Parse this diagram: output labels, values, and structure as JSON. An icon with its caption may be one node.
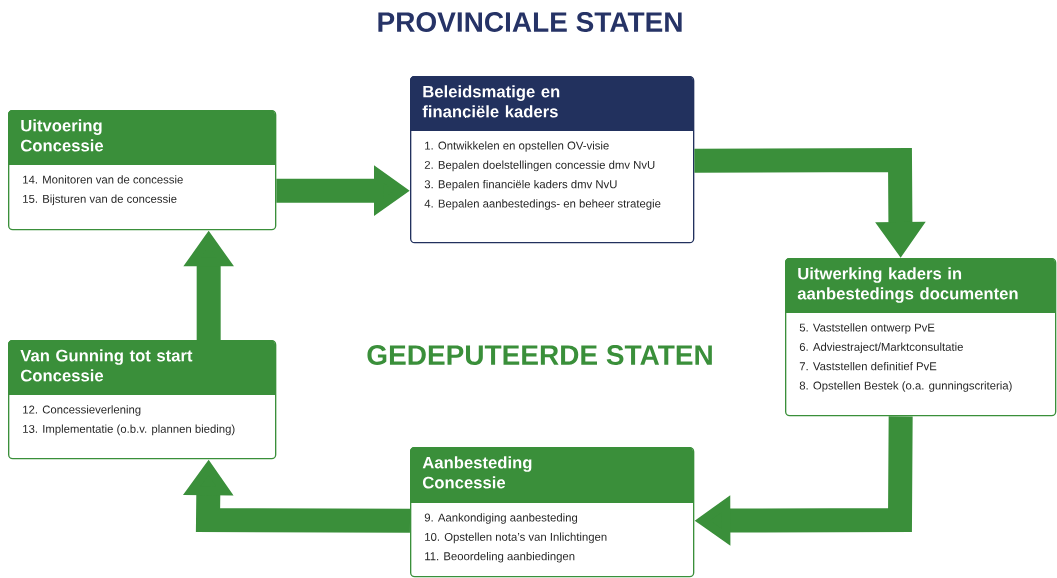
{
  "diagram": {
    "title": "PROVINCIALE STATEN",
    "nodes": [
      {
        "text": [
          "Beleidsmatige en financiële kaders",
          "1. Ontwikkelen en opstellen OV-visie",
          "2. Bepalen doelstellingen concessie dmv NvU",
          "3. Bepalen financiële kaders dmv NvU",
          "4. Bepalen aanbestedings- en beheer strategie"
        ]
      },
      {
        "text": [
          "Uitvoering Concessie",
          "14. Monitoren van de concessie",
          "15. Bijsturen van de concessie"
        ]
      },
      {
        "text": [
          "Uitwerking kaders in aanbestedings documenten",
          "5. Vaststellen ontwerp PvE",
          "6. Adviestraject/Marktconsultatie",
          "7. Vaststellen definitief PvE",
          "8. Opstellen Bestek (o.a. gunningscriteria)"
        ]
      },
      {
        "text": [
          "Van Gunning tot start Concessie",
          "12. Concessieverlening",
          "13. Implementatie (o.b.v. plannen bieding)"
        ]
      },
      {
        "text": [
          "Aanbesteding Concessie",
          "9. Aankondiging aanbesteding",
          "10. Opstellen nota’s van Inlichtingen",
          "11. Beoordeling aanbiedingen"
        ]
      }
    ],
    "edges": [
      {
        "from": 1,
        "to": 0,
        "arrow": "to"
      },
      {
        "from": 0,
        "to": 2,
        "arrow": "to"
      },
      {
        "from": 2,
        "to": 4,
        "arrow": "to"
      },
      {
        "from": 4,
        "to": 3,
        "arrow": "to"
      },
      {
        "from": 3,
        "to": 1,
        "arrow": "to"
      }
    ],
    "labels": [
      "GEDEPUTEERDE STATEN"
    ]
  }
}
